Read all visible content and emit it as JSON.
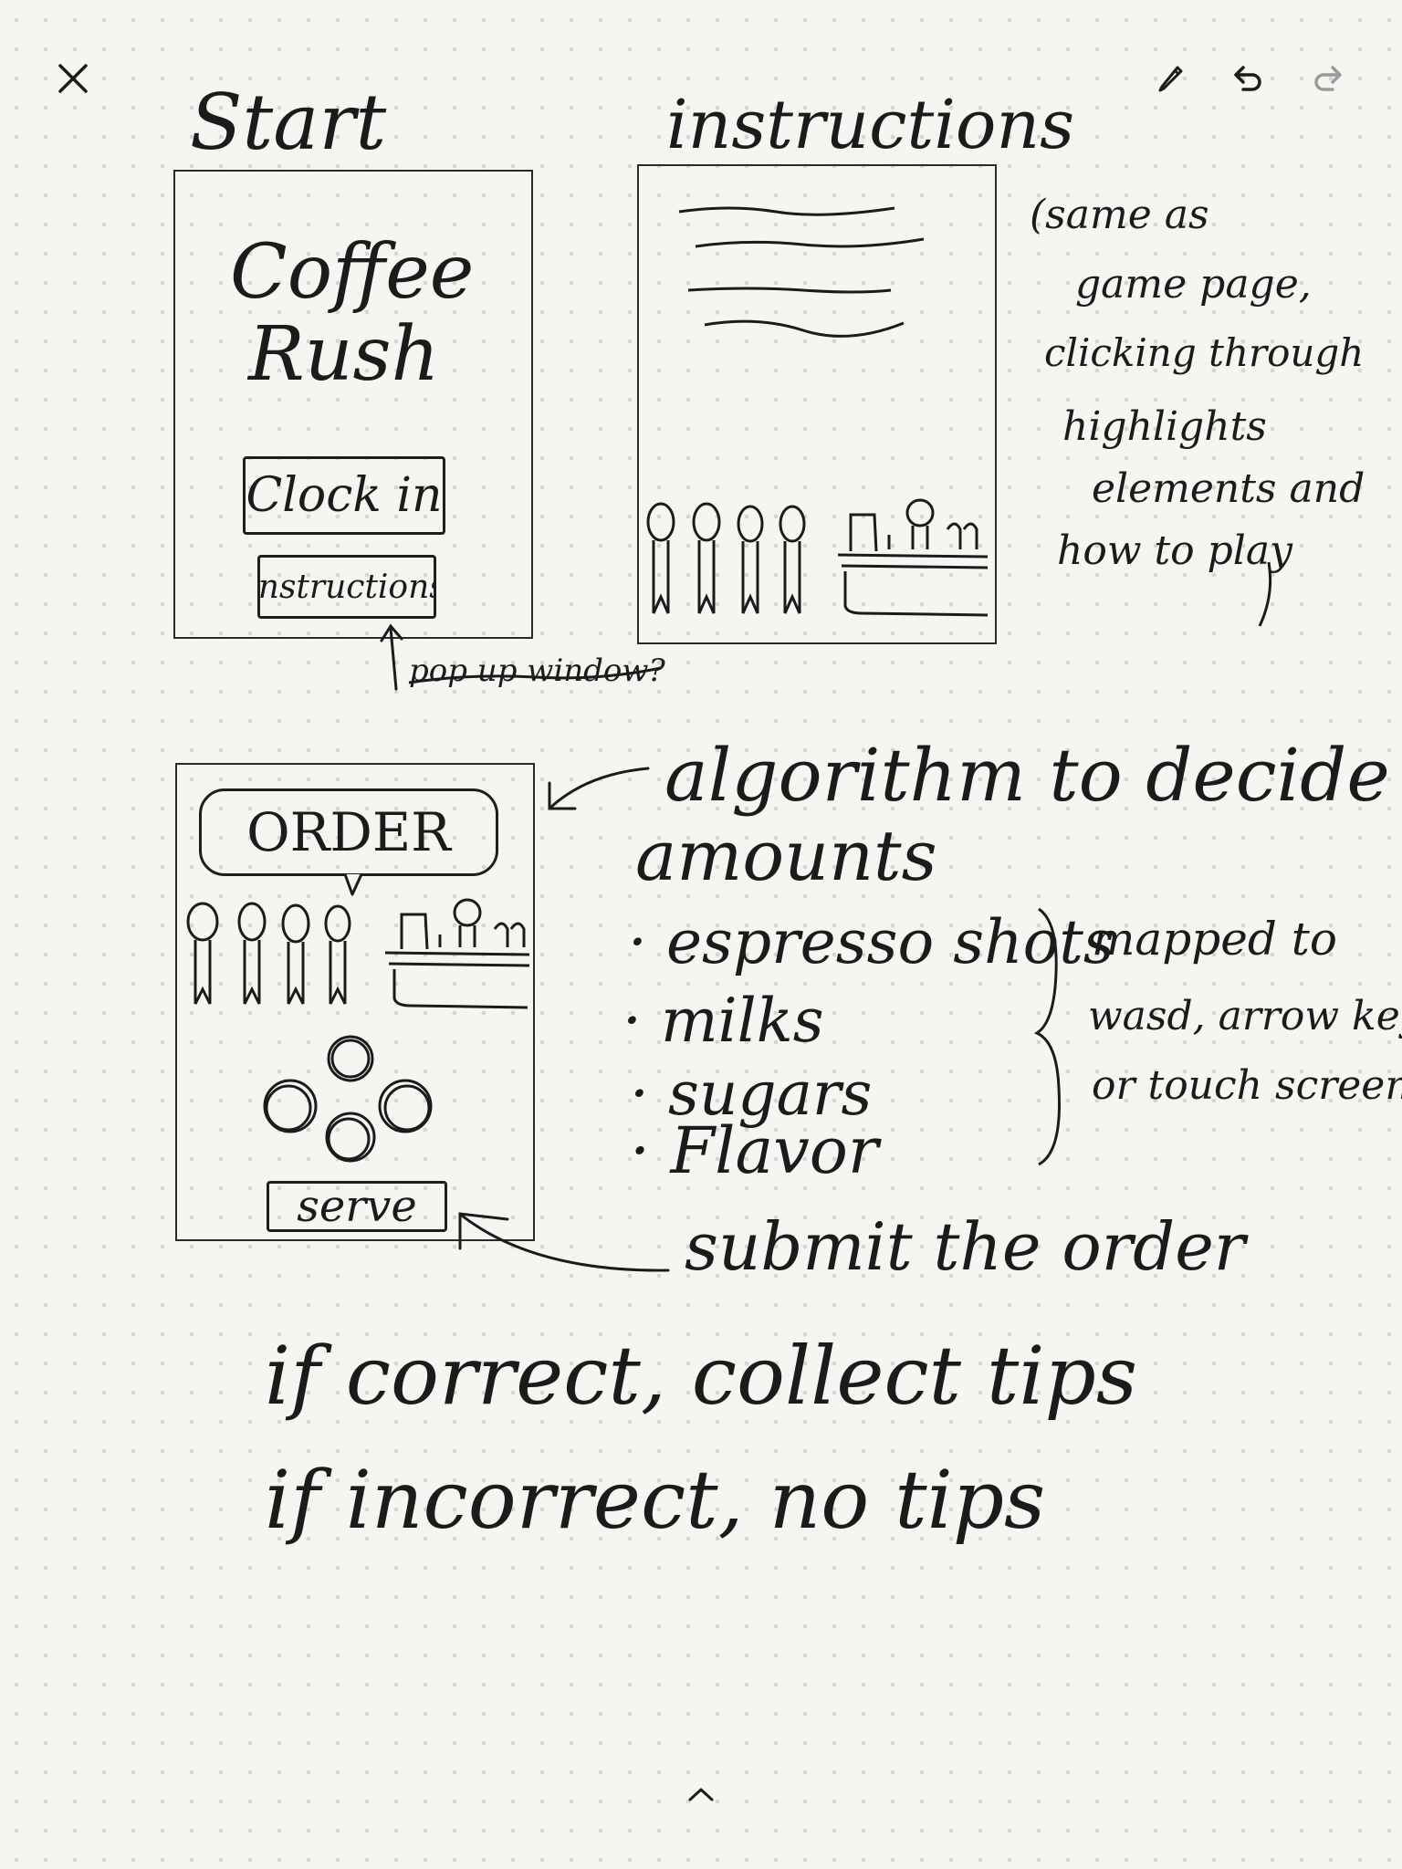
{
  "toolbar": {
    "close_icon": "close-icon",
    "pencil_icon": "pencil-icon",
    "undo_icon": "undo-icon",
    "redo_icon": "redo-icon",
    "expand_icon": "chevron-up-icon"
  },
  "sketch": {
    "start_heading": "Start",
    "instructions_heading": "instructions",
    "start_screen": {
      "title_line1": "Coffee",
      "title_line2": "Rush",
      "clock_in_label": "Clock in",
      "instructions_label": "instructions"
    },
    "popup_note": "pop up window?",
    "instructions_note": [
      "(same as",
      "game page,",
      "clicking through",
      "highlights",
      "elements and",
      "how to play"
    ],
    "game_screen": {
      "order_label": "ORDER",
      "serve_label": "serve"
    },
    "algorithm_note": {
      "line1": "algorithm to decide",
      "line2": "amounts"
    },
    "amount_items": [
      "· espresso shots",
      "· milks",
      "· sugars",
      "· Flavor"
    ],
    "mapping_note": [
      "mapped to",
      "wasd, arrow keys",
      "or touch screen"
    ],
    "serve_note": "submit the order",
    "rules": [
      "if correct, collect tips",
      "if incorrect, no tips"
    ]
  },
  "colors": {
    "background": "#f6f5f2",
    "ink": "#1b1b1b",
    "tool_inactive": "#9a9a9a"
  }
}
